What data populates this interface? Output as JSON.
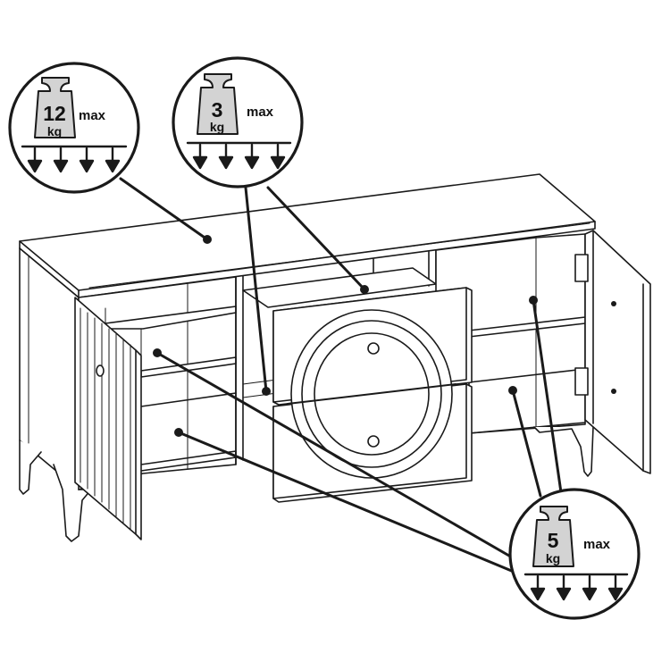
{
  "diagram": {
    "weight_badges": [
      {
        "id": "top",
        "value": "12",
        "unit": "kg",
        "suffix": "max"
      },
      {
        "id": "drawer",
        "value": "3",
        "unit": "kg",
        "suffix": "max"
      },
      {
        "id": "shelf",
        "value": "5",
        "unit": "kg",
        "suffix": "max"
      }
    ]
  }
}
